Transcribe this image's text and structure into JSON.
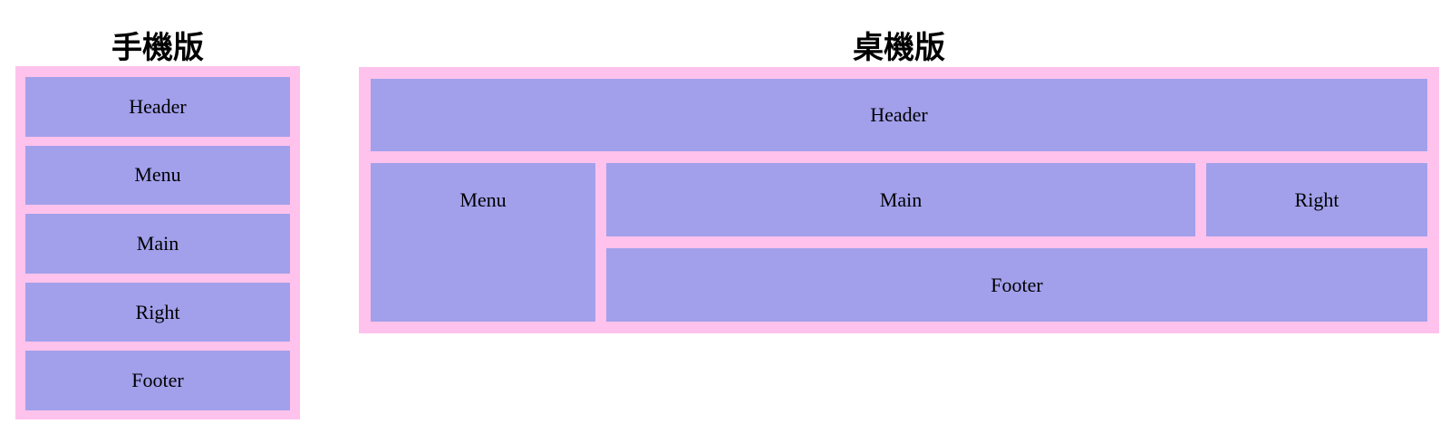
{
  "colors": {
    "page_background": "#ffffff",
    "container_background": "#ffc2ec",
    "box_background": "#a2a0eb",
    "text": "#000000"
  },
  "mobile": {
    "title": "手機版",
    "boxes": [
      {
        "label": "Header"
      },
      {
        "label": "Menu"
      },
      {
        "label": "Main"
      },
      {
        "label": "Right"
      },
      {
        "label": "Footer"
      }
    ]
  },
  "desktop": {
    "title": "桌機版",
    "header": {
      "label": "Header"
    },
    "menu": {
      "label": "Menu"
    },
    "main": {
      "label": "Main"
    },
    "right": {
      "label": "Right"
    },
    "footer": {
      "label": "Footer"
    }
  }
}
